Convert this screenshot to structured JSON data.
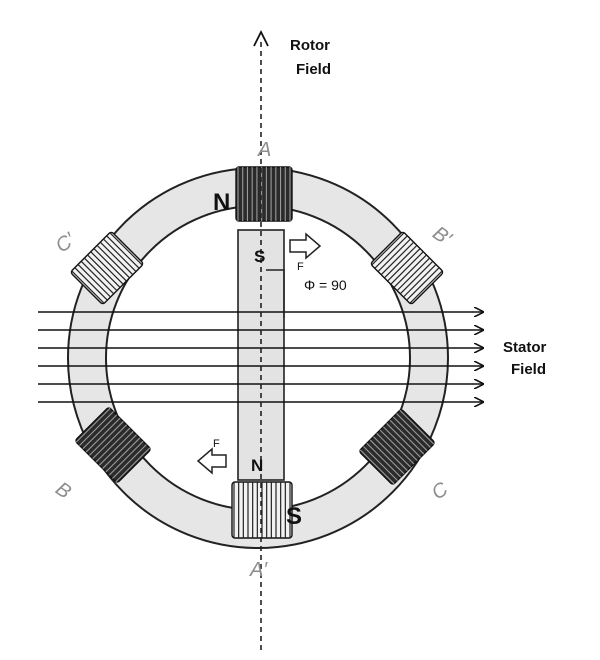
{
  "labels": {
    "rotor_field": [
      "Rotor",
      "Field"
    ],
    "stator_field": [
      "Stator",
      "Field"
    ],
    "phase_a": "A",
    "phase_a_prime": "A′",
    "phase_b": "B",
    "phase_b_prime": "B′",
    "phase_c": "C",
    "phase_c_prime": "C′",
    "stator_north": "N",
    "stator_south": "S",
    "rotor_south": "S",
    "rotor_north": "N",
    "force_top": "F",
    "force_bottom": "F",
    "angle": "Φ = 90"
  },
  "colors": {
    "ring": "#e6e6e6",
    "rotor": "#e3e3e3",
    "winding_dark": "#2b2b2b",
    "outline": "#222222",
    "phase_label": "#8e8e8e"
  }
}
